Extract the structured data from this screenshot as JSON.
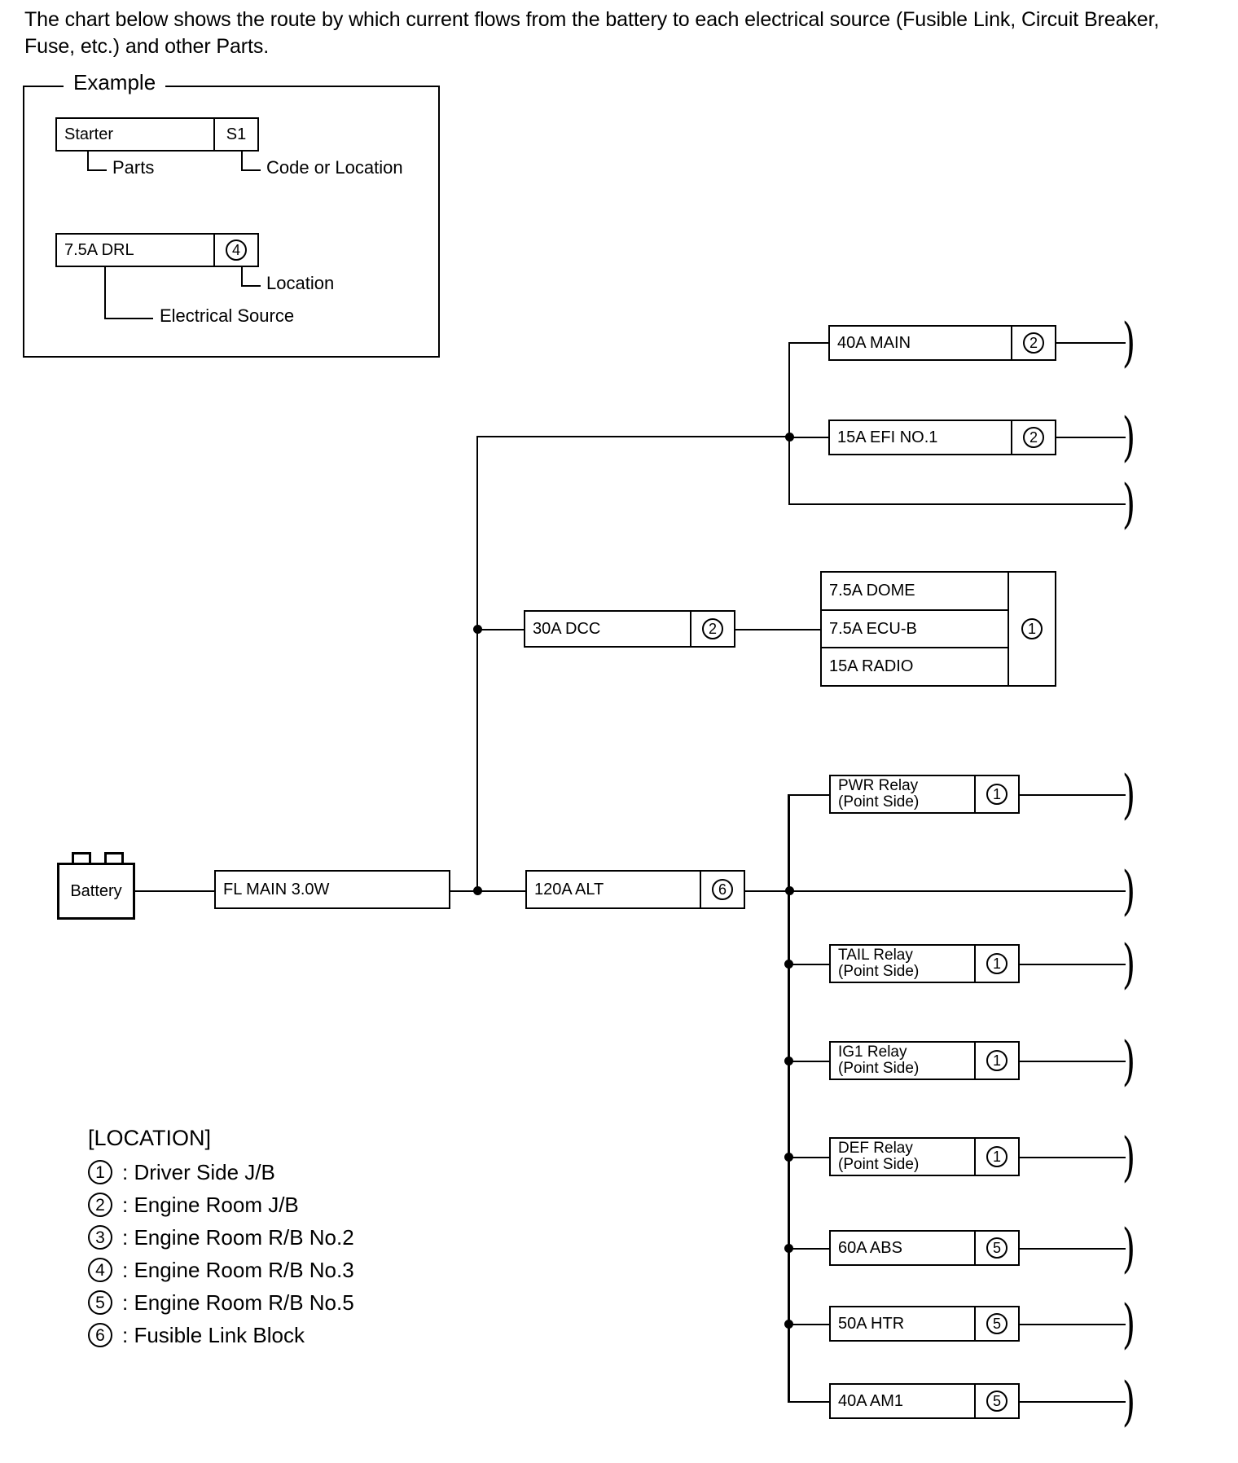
{
  "intro": {
    "text": "The chart below shows the route by which current flows from the battery to each electrical source (Fusible Link, Circuit Breaker, Fuse, etc.) and other Parts."
  },
  "example": {
    "legend": "Example",
    "row1": {
      "part": "Starter",
      "code": "S1",
      "label_left": "Parts",
      "label_right": "Code or Location"
    },
    "row2": {
      "part": "7.5A DRL",
      "code": "4",
      "label_right": "Location",
      "label_left": "Electrical Source"
    }
  },
  "diagram": {
    "battery": {
      "label": "Battery"
    },
    "fl_main": {
      "name": "FL MAIN 3.0W",
      "code": ""
    },
    "alt": {
      "name": "120A ALT",
      "code": "6"
    },
    "dcc": {
      "name": "30A DCC",
      "code": "2"
    },
    "efi_group": [
      {
        "name": "40A MAIN",
        "code": "2"
      },
      {
        "name": "15A EFI NO.1",
        "code": "2"
      },
      {
        "name": "",
        "code": ""
      }
    ],
    "dcc_group": {
      "code": "1",
      "items": [
        {
          "name": "7.5A DOME"
        },
        {
          "name": "7.5A ECU-B"
        },
        {
          "name": "15A RADIO"
        }
      ]
    },
    "alt_branches": [
      {
        "name": "PWR Relay\n(Point Side)",
        "code": "1"
      },
      {
        "name": "",
        "code": ""
      },
      {
        "name": "TAIL Relay\n(Point Side)",
        "code": "1"
      },
      {
        "name": "IG1 Relay\n(Point Side)",
        "code": "1"
      },
      {
        "name": "DEF Relay\n(Point Side)",
        "code": "1"
      },
      {
        "name": "60A ABS",
        "code": "5"
      },
      {
        "name": "50A HTR",
        "code": "5"
      },
      {
        "name": "40A AM1",
        "code": "5"
      }
    ]
  },
  "legend": {
    "title": "[LOCATION]",
    "items": [
      {
        "num": "1",
        "text": ": Driver Side J/B"
      },
      {
        "num": "2",
        "text": ": Engine Room J/B"
      },
      {
        "num": "3",
        "text": ": Engine Room R/B No.2"
      },
      {
        "num": "4",
        "text": ": Engine Room R/B No.3"
      },
      {
        "num": "5",
        "text": ": Engine Room R/B No.5"
      },
      {
        "num": "6",
        "text": ": Fusible Link Block"
      }
    ]
  }
}
